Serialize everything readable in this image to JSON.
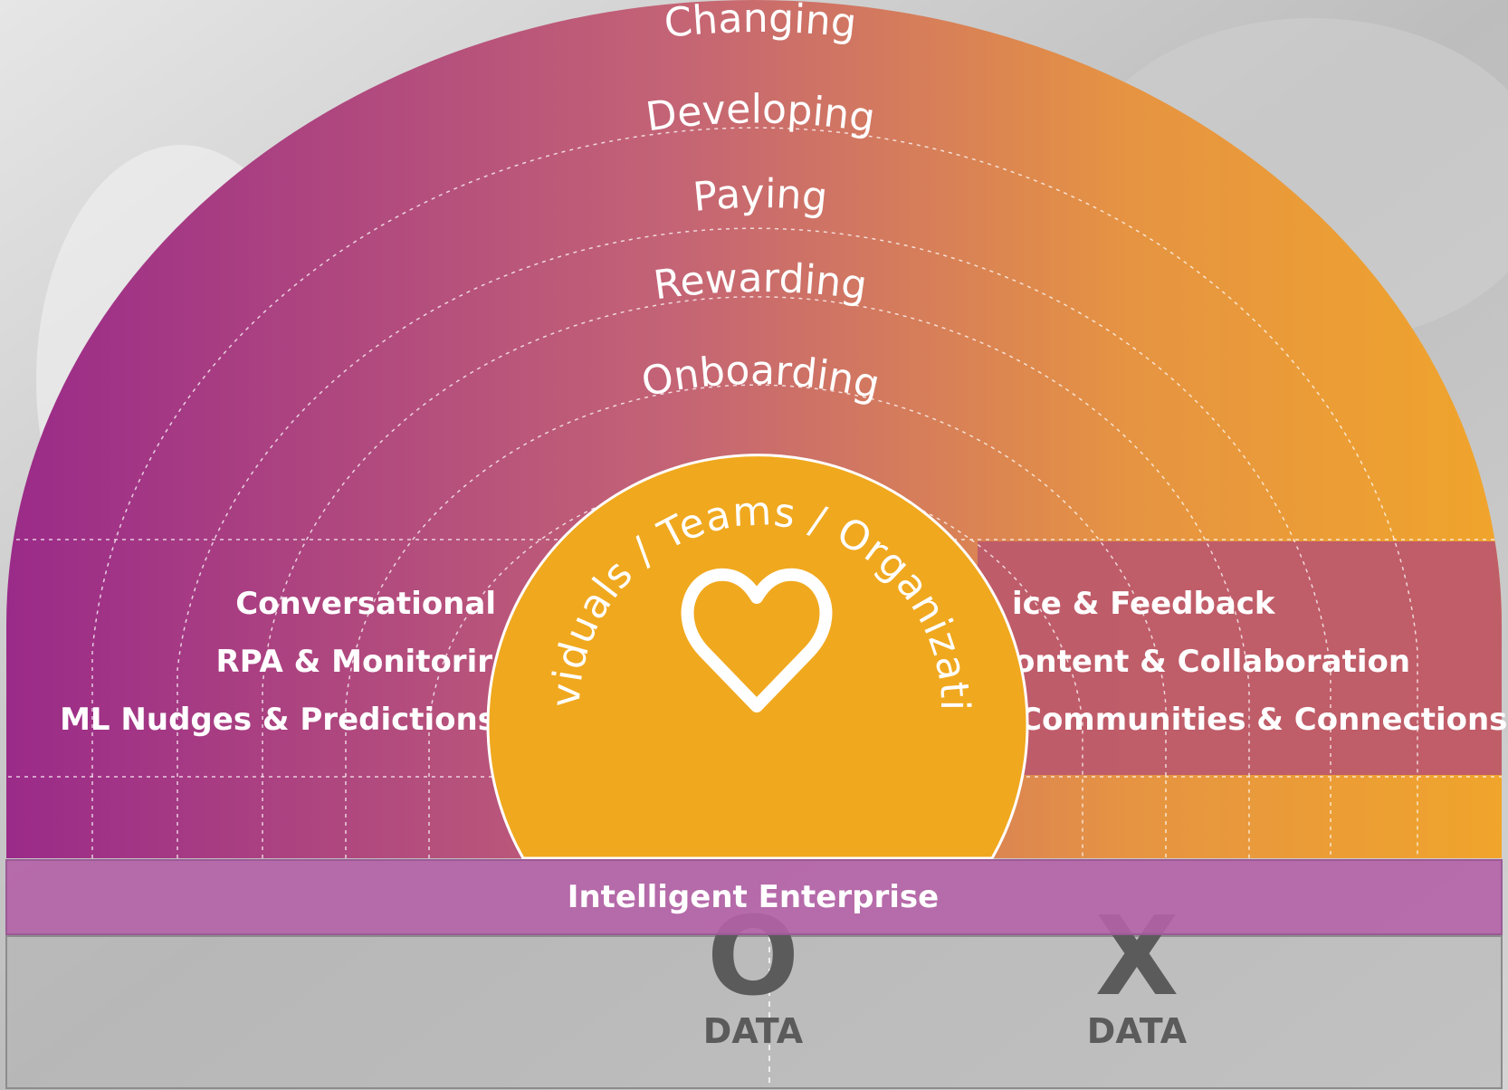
{
  "colors": {
    "purple": "#9c2e8a",
    "mid": "#c05f74",
    "orange": "#eaa135",
    "core_gold": "#f0a81e",
    "band_right": "#bd5a6b",
    "enterprise_bar": "#b461a6",
    "data_gray": "#5b5b5b"
  },
  "rings": {
    "changing": "Changing",
    "developing": "Developing",
    "paying": "Paying",
    "rewarding": "Rewarding",
    "onboarding": "Onboarding"
  },
  "left_items": {
    "item1": "Conversational",
    "item2": "RPA & Monitorir",
    "item3": "ML Nudges & Predictions"
  },
  "right_items": {
    "item1": "ice & Feedback",
    "item2": "ontent & Collaboration",
    "item3": "Communities & Connections"
  },
  "core": {
    "arc_text": "Individuals / Teams / Organizations",
    "icon": "heart-icon"
  },
  "enterprise": {
    "label": "Intelligent Enterprise"
  },
  "data_marks": {
    "o_letter": "O",
    "o_label": "DATA",
    "x_letter": "X",
    "x_label": "DATA"
  }
}
